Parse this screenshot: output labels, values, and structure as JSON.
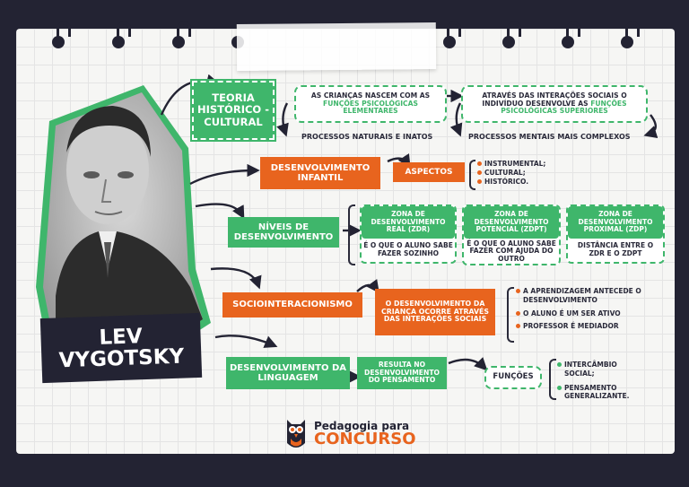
{
  "colors": {
    "green": "#3fb66b",
    "orange": "#e8641e",
    "dark": "#232333"
  },
  "portrait": {
    "name_line1": "LEV",
    "name_line2": "VYGOTSKY"
  },
  "teoria": {
    "title": "TEORIA HISTÓRICO -CULTURAL",
    "box1_pre": "AS CRIANÇAS NASCEM COM AS ",
    "box1_hl": "FUNÇÕES PSICOLÓGICAS ELEMENTARES",
    "box1_caption": "PROCESSOS NATURAIS E INATOS",
    "box2_pre": "ATRAVÉS DAS INTERAÇÕES SOCIAIS O INDIVÍDUO DESENVOLVE AS ",
    "box2_hl": "FUNÇÕES PSICOLÓGICAS SUPERIORES",
    "box2_caption": "PROCESSOS MENTAIS MAIS COMPLEXOS"
  },
  "desenvolvimento_infantil": {
    "title": "DESENVOLVIMENTO INFANTIL",
    "aspectos": "ASPECTOS",
    "items": [
      "INSTRUMENTAL;",
      "CULTURAL;",
      "HISTÓRICO."
    ]
  },
  "niveis": {
    "title": "NÍVEIS DE DESENVOLVIMENTO",
    "zones": [
      {
        "title": "ZONA DE DESENVOLVIMENTO REAL (ZDR)",
        "desc": "É O QUE O ALUNO SABE FAZER SOZINHO"
      },
      {
        "title": "ZONA DE DESENVOLVIMENTO POTENCIAL (ZDPT)",
        "desc": "É O QUE O ALUNO SABE FAZER COM AJUDA DO OUTRO"
      },
      {
        "title": "ZONA DE DESENVOLVIMENTO PROXIMAL (ZDP)",
        "desc": "DISTÂNCIA ENTRE O ZDR E O ZDPT"
      }
    ]
  },
  "socio": {
    "title": "SOCIOINTERACIONISMO",
    "desc": "O DESENVOLVIMENTO DA CRIANÇA OCORRE ATRAVÉS DAS INTERAÇÕES SOCIAIS",
    "items": [
      "A APRENDIZAGEM ANTECEDE O DESENVOLVIMENTO",
      "O ALUNO É UM SER ATIVO",
      "PROFESSOR É MEDIADOR"
    ]
  },
  "linguagem": {
    "title": "DESENVOLVIMENTO DA LINGUAGEM",
    "desc": "RESULTA NO DESENVOLVIMENTO DO PENSAMENTO",
    "funcoes": "FUNÇÕES",
    "items": [
      "INTERCÂMBIO SOCIAL;",
      "PENSAMENTO GENERALIZANTE."
    ]
  },
  "footer": {
    "brand_line1": "Pedagogia para",
    "brand_line2": "CONCURSO"
  }
}
